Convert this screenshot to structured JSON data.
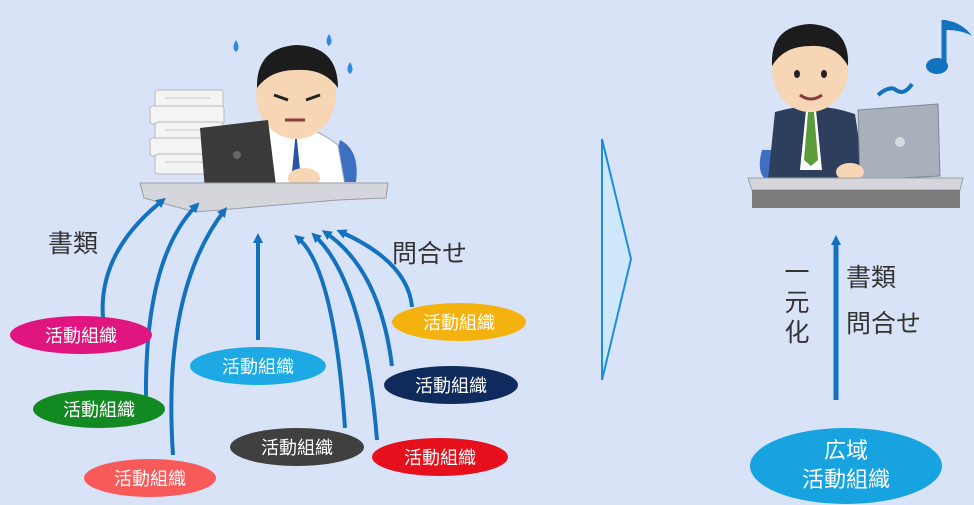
{
  "colors": {
    "background": "#d9e3f8",
    "arrow": "#1372bd",
    "chevron_fill": "#cfe7fb",
    "chevron_stroke": "#1a8fd8"
  },
  "labels": {
    "documents": "書類",
    "inquiries": "問合せ",
    "unify": [
      "一",
      "元",
      "化"
    ],
    "documents_right": "書類",
    "inquiries_right": "問合せ"
  },
  "organizations": [
    {
      "text": "活動組織",
      "color": "#e1157f"
    },
    {
      "text": "活動組織",
      "color": "#138a21"
    },
    {
      "text": "活動組織",
      "color": "#f85a5a"
    },
    {
      "text": "活動組織",
      "color": "#1ca9e4"
    },
    {
      "text": "活動組織",
      "color": "#404040"
    },
    {
      "text": "活動組織",
      "color": "#f4b20f"
    },
    {
      "text": "活動組織",
      "color": "#0f2a5c"
    },
    {
      "text": "活動組織",
      "color": "#e5101c"
    }
  ],
  "regional_org": {
    "line1": "広域",
    "line2": "活動組織",
    "color": "#17a3e0"
  },
  "icons": [
    "overwhelmed-worker-icon",
    "relaxed-worker-icon",
    "music-note-icon",
    "chevron-right-icon"
  ]
}
